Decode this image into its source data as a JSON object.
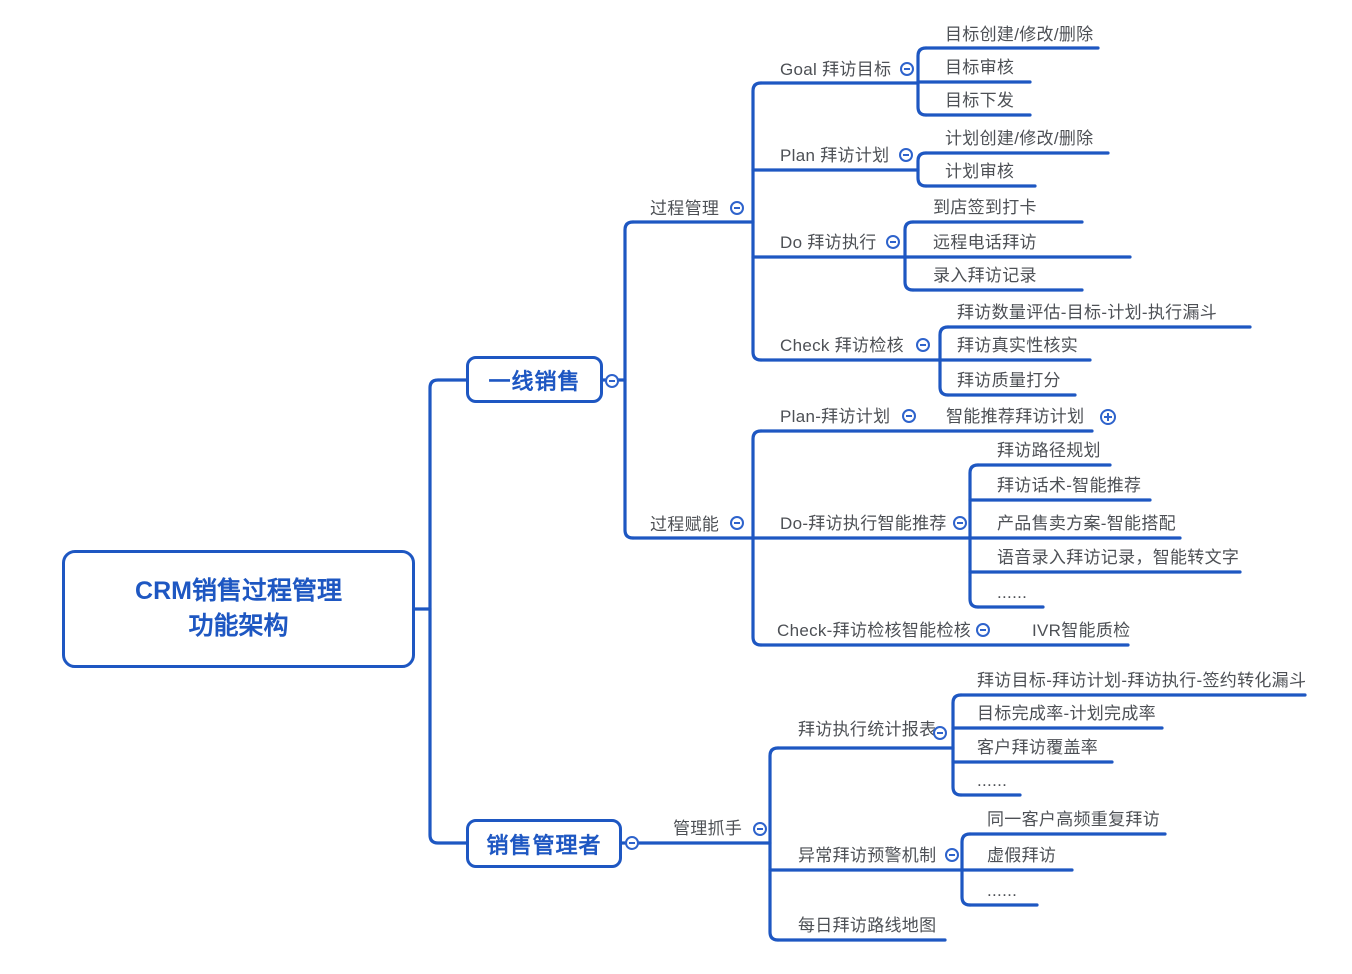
{
  "meta": {
    "app": "mind-map",
    "colors": {
      "line_blue": "#1e57c2",
      "node_text_blue": "#1e57c2",
      "topic_text_gray": "#4d5055",
      "icon_blue": "#2e63cc",
      "background": "#ffffff"
    },
    "icons": {
      "collapse": "minus-circle",
      "expand": "plus-circle"
    }
  },
  "mindmap": {
    "root": "CRM销售过程管理\n功能架构",
    "frontline": {
      "label": "一线销售",
      "process_management": {
        "label": "过程管理",
        "goal": {
          "label": "Goal 拜访目标",
          "items": [
            "目标创建/修改/删除",
            "目标审核",
            "目标下发"
          ]
        },
        "plan": {
          "label": "Plan 拜访计划",
          "items": [
            "计划创建/修改/删除",
            "计划审核"
          ]
        },
        "do": {
          "label": "Do 拜访执行",
          "items": [
            "到店签到打卡",
            "远程电话拜访",
            "录入拜访记录"
          ]
        },
        "check": {
          "label": "Check 拜访检核",
          "items": [
            "拜访数量评估-目标-计划-执行漏斗",
            "拜访真实性核实",
            "拜访质量打分"
          ]
        }
      },
      "process_enablement": {
        "label": "过程赋能",
        "plan": {
          "label": "Plan-拜访计划",
          "items": [
            "智能推荐拜访计划"
          ]
        },
        "do": {
          "label": "Do-拜访执行智能推荐",
          "items": [
            "拜访路径规划",
            "拜访话术-智能推荐",
            "产品售卖方案-智能搭配",
            "语音录入拜访记录，智能转文字",
            "......"
          ]
        },
        "check": {
          "label": "Check-拜访检核智能检核",
          "items": [
            "IVR智能质检"
          ]
        }
      }
    },
    "manager": {
      "label": "销售管理者",
      "management_grip": {
        "label": "管理抓手",
        "report": {
          "label": "拜访执行统计报表",
          "items": [
            "拜访目标-拜访计划-拜访执行-签约转化漏斗",
            "目标完成率-计划完成率",
            "客户拜访覆盖率",
            "......"
          ]
        },
        "alert": {
          "label": "异常拜访预警机制",
          "items": [
            "同一客户高频重复拜访",
            "虚假拜访",
            "......"
          ]
        },
        "route_map": {
          "label": "每日拜访路线地图",
          "items": []
        }
      }
    }
  }
}
